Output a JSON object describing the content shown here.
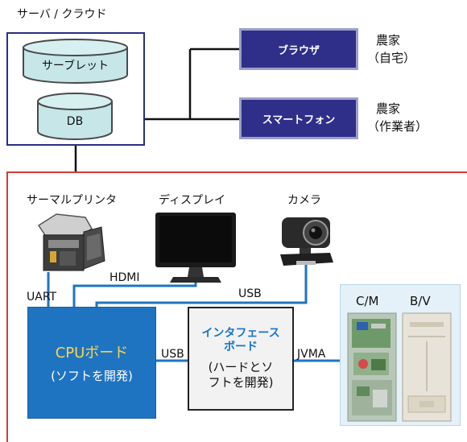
{
  "server": {
    "title": "サーバ / クラウド",
    "servlet": "サーブレット",
    "db": "DB"
  },
  "clients": [
    {
      "device": "ブラウザ",
      "user_line1": "農家",
      "user_line2": "（自宅）"
    },
    {
      "device": "スマートフォン",
      "user_line1": "農家",
      "user_line2": "（作業者）"
    }
  ],
  "devices": {
    "printer": "サーマルプリンタ",
    "display": "ディスプレイ",
    "camera": "カメラ"
  },
  "connections": {
    "uart": "UART",
    "hdmi": "HDMI",
    "usb_camera": "USB",
    "usb_board": "USB",
    "jvma": "JVMA"
  },
  "cpu_board": {
    "title": "CPUボード",
    "subtitle": "(ソフトを開発)"
  },
  "interface_board": {
    "title_line1": "インタフェース",
    "title_line2": "ボード",
    "sub_line1": "(ハードとソ",
    "sub_line2": "フトを開発)"
  },
  "vending_units": {
    "left": "C/M",
    "right": "B/V"
  },
  "colors": {
    "navy": "#2f2f8a",
    "cylinder_fill": "#c6e6e8",
    "link_blue": "#1f74c2",
    "cpu_text": "#ffd34a",
    "frame_red": "#d23a3a"
  }
}
